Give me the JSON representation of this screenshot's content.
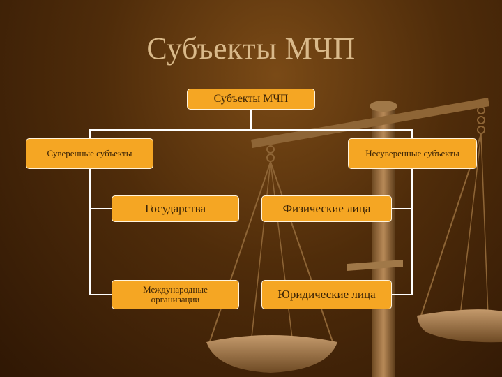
{
  "title": "Субъекты МЧП",
  "diagram": {
    "root": "Субъекты МЧП",
    "left_branch": {
      "label": "Суверенные субъекты",
      "children": [
        "Государства",
        "Международные организации"
      ]
    },
    "right_branch": {
      "label": "Несуверенные субъекты",
      "children": [
        "Физические лица",
        "Юридические лица"
      ]
    }
  },
  "colors": {
    "box_fill": "#f5a623",
    "background": "#4f2c0a",
    "title": "#d9b98a",
    "connector": "#ffffff"
  },
  "icons": {
    "background_image": "scales-of-justice-icon"
  }
}
